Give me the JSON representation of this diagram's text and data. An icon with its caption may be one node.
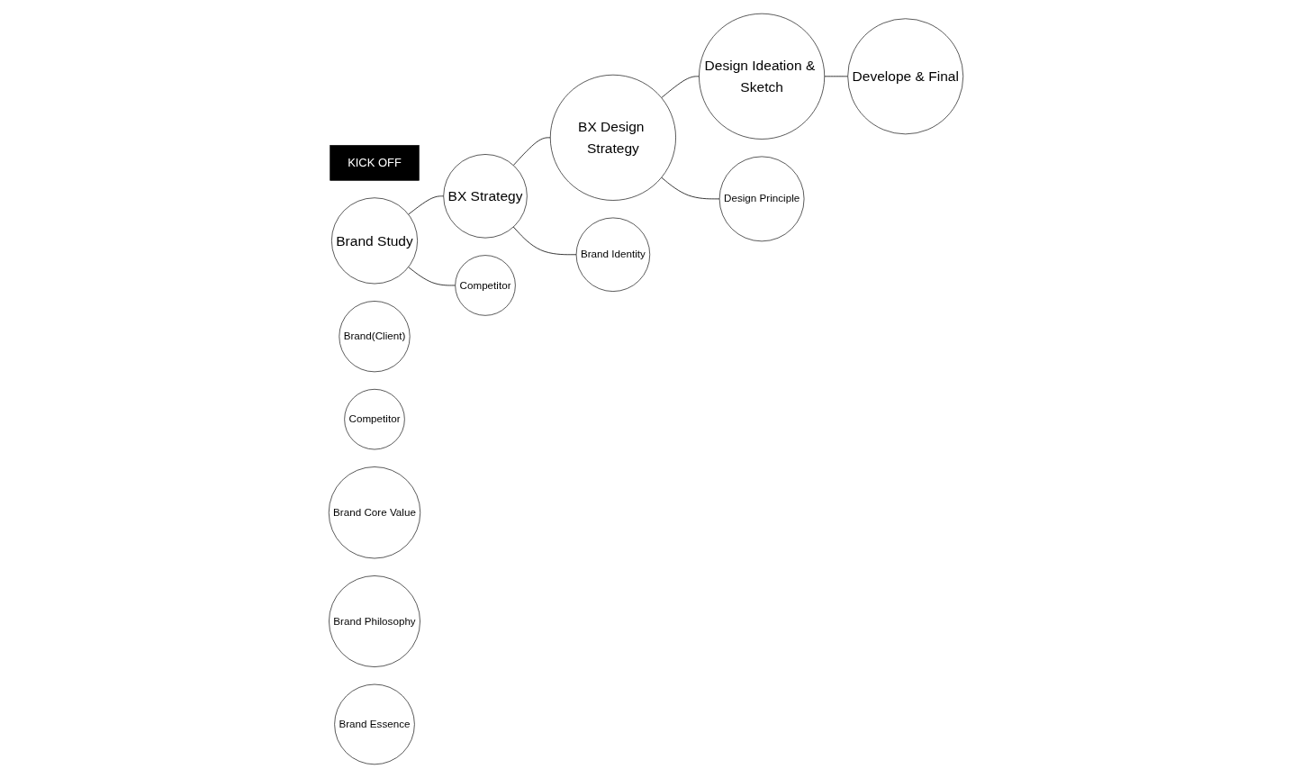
{
  "diagram": {
    "nodes": [
      {
        "text": [
          "KICK OFF"
        ]
      },
      {
        "text": [
          "Brand Study"
        ]
      },
      {
        "text": [
          "BX Strategy"
        ]
      },
      {
        "text": [
          "BX Design Strategy"
        ]
      },
      {
        "text": [
          "Design Ideation & Sketch"
        ]
      },
      {
        "text": [
          "Develope & Final"
        ]
      },
      {
        "text": [
          "Competitor"
        ]
      },
      {
        "text": [
          "Brand(Client)"
        ]
      },
      {
        "text": [
          "Competitor"
        ]
      },
      {
        "text": [
          "Brand Identity"
        ]
      },
      {
        "text": [
          "Brand Core Value"
        ]
      },
      {
        "text": [
          "Brand Philosophy"
        ]
      },
      {
        "text": [
          "Brand Essence"
        ]
      },
      {
        "text": [
          "Design Principle"
        ]
      }
    ],
    "edges": [
      {
        "from": 1,
        "to": 2,
        "arrow": "none"
      },
      {
        "from": 2,
        "to": 3,
        "arrow": "none"
      },
      {
        "from": 3,
        "to": 4,
        "arrow": "none"
      },
      {
        "from": 4,
        "to": 5,
        "arrow": "none"
      },
      {
        "from": 1,
        "to": 6,
        "arrow": "none"
      },
      {
        "from": 2,
        "to": 9,
        "arrow": "none"
      },
      {
        "from": 3,
        "to": 13,
        "arrow": "none"
      }
    ]
  }
}
